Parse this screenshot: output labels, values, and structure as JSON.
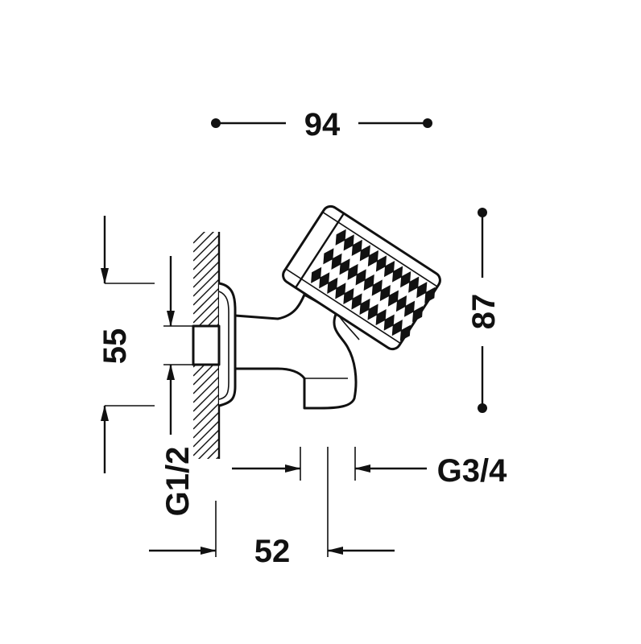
{
  "dimensions": {
    "overall_width": "94",
    "overall_height": "87",
    "wall_to_inlet": "55",
    "inlet_thread": "G1/2",
    "outlet_thread": "G3/4",
    "projection": "52"
  },
  "colors": {
    "ink": "#111111",
    "background": "#ffffff"
  }
}
